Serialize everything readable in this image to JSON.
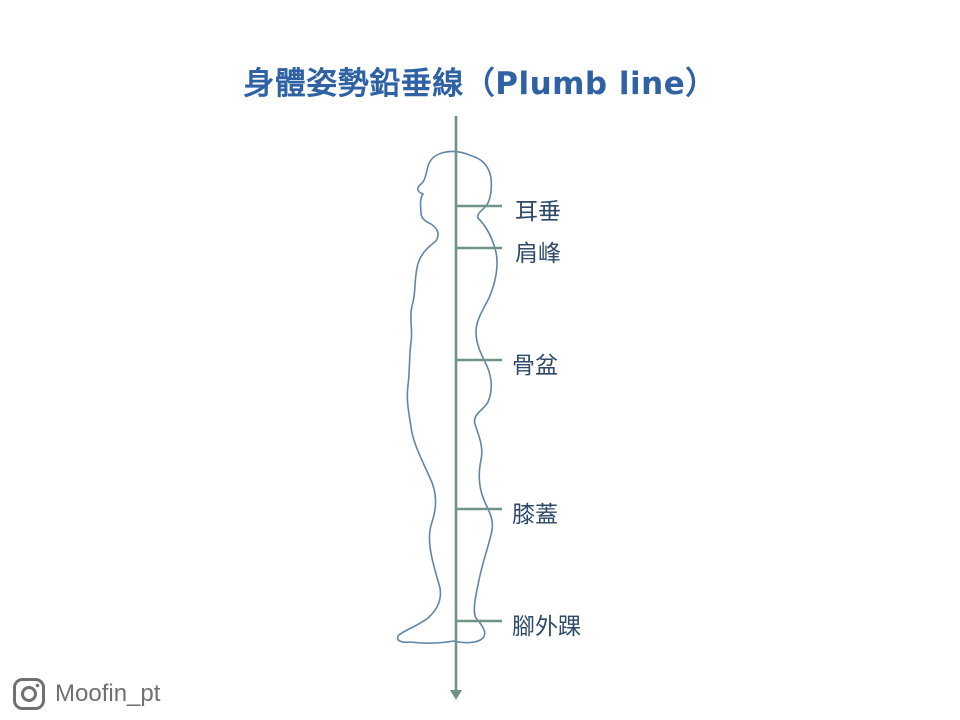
{
  "title": "身體姿勢鉛垂線（Plumb line）",
  "landmarks": [
    {
      "id": "ear",
      "label": "耳垂"
    },
    {
      "id": "shoulder",
      "label": "肩峰"
    },
    {
      "id": "pelvis",
      "label": "骨盆"
    },
    {
      "id": "knee",
      "label": "膝蓋"
    },
    {
      "id": "ankle",
      "label": "腳外踝"
    }
  ],
  "watermark": {
    "icon": "instagram-icon",
    "text": "Moofin_pt"
  },
  "colors": {
    "title": "#2f62a4",
    "plumb_line": "#6f9487",
    "body_outline": "#5f86a8",
    "label_text": "#2e4a6a",
    "watermark": "#707070"
  }
}
